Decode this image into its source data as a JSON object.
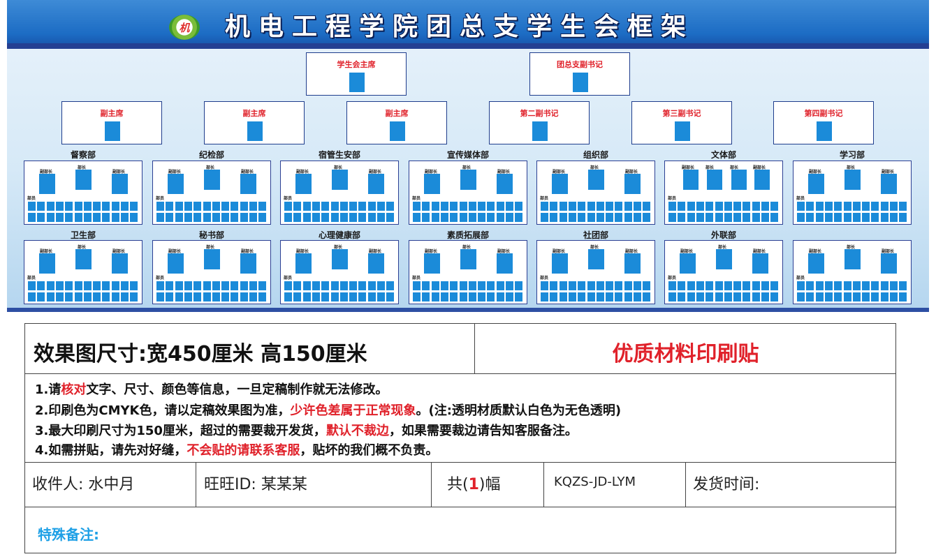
{
  "board": {
    "title": "机电工程学院团总支学生会框架",
    "logo_text": "机",
    "top_roles": [
      "学生会主席",
      "团总支副书记"
    ],
    "second_roles": [
      "副主席",
      "副主席",
      "副主席",
      "第二副书记",
      "第三副书记",
      "第四副书记"
    ],
    "minister_label": "部长",
    "vice_minister_label": "副部长",
    "member_label": "部员",
    "departments_row1": [
      "督察部",
      "纪检部",
      "宿管生安部",
      "宣传媒体部",
      "组织部",
      "文体部",
      "学习部"
    ],
    "departments_row2": [
      "卫生部",
      "秘书部",
      "心理健康部",
      "素质拓展部",
      "社团部",
      "外联部",
      ""
    ]
  },
  "spec": {
    "size_text": "效果图尺寸:宽450厘米 高150厘米",
    "material_text": "优质材料印刷贴",
    "note1": {
      "a": "1.请",
      "b": "核对",
      "c": "文字、尺寸、颜色等信息，一旦定稿制作就无法修改。"
    },
    "note2": {
      "a": "2.印刷色为CMYK色，请以定稿效果图为准，",
      "b": "少许色差属于正常现象",
      "c": "。(注:透明材质默认白色为无色透明)"
    },
    "note3": {
      "a": "3.最大印刷尺寸为150厘米，超过的需要裁开发货，",
      "b": "默认不裁边",
      "c": "，如果需要裁边请告知客服备注。"
    },
    "note4": {
      "a": "4.如需拼贴，请先对好缝，",
      "b": "不会贴的请联系客服",
      "c": "，贴坏的我们概不负责。"
    },
    "recipient": "收件人: 水中月",
    "wangwang": "旺旺ID:  某某某",
    "count_prefix": "共(",
    "count_value": "1",
    "count_suffix": ")幅",
    "code": "KQZS-JD-LYM",
    "ship_time": "发货时间:",
    "special_note": "特殊备注:"
  },
  "colors": {
    "blue_photo": "#1b8bd9",
    "title_blue": "#1c6cc4",
    "red": "#e0212a",
    "note_blue": "#1ea0e6"
  }
}
